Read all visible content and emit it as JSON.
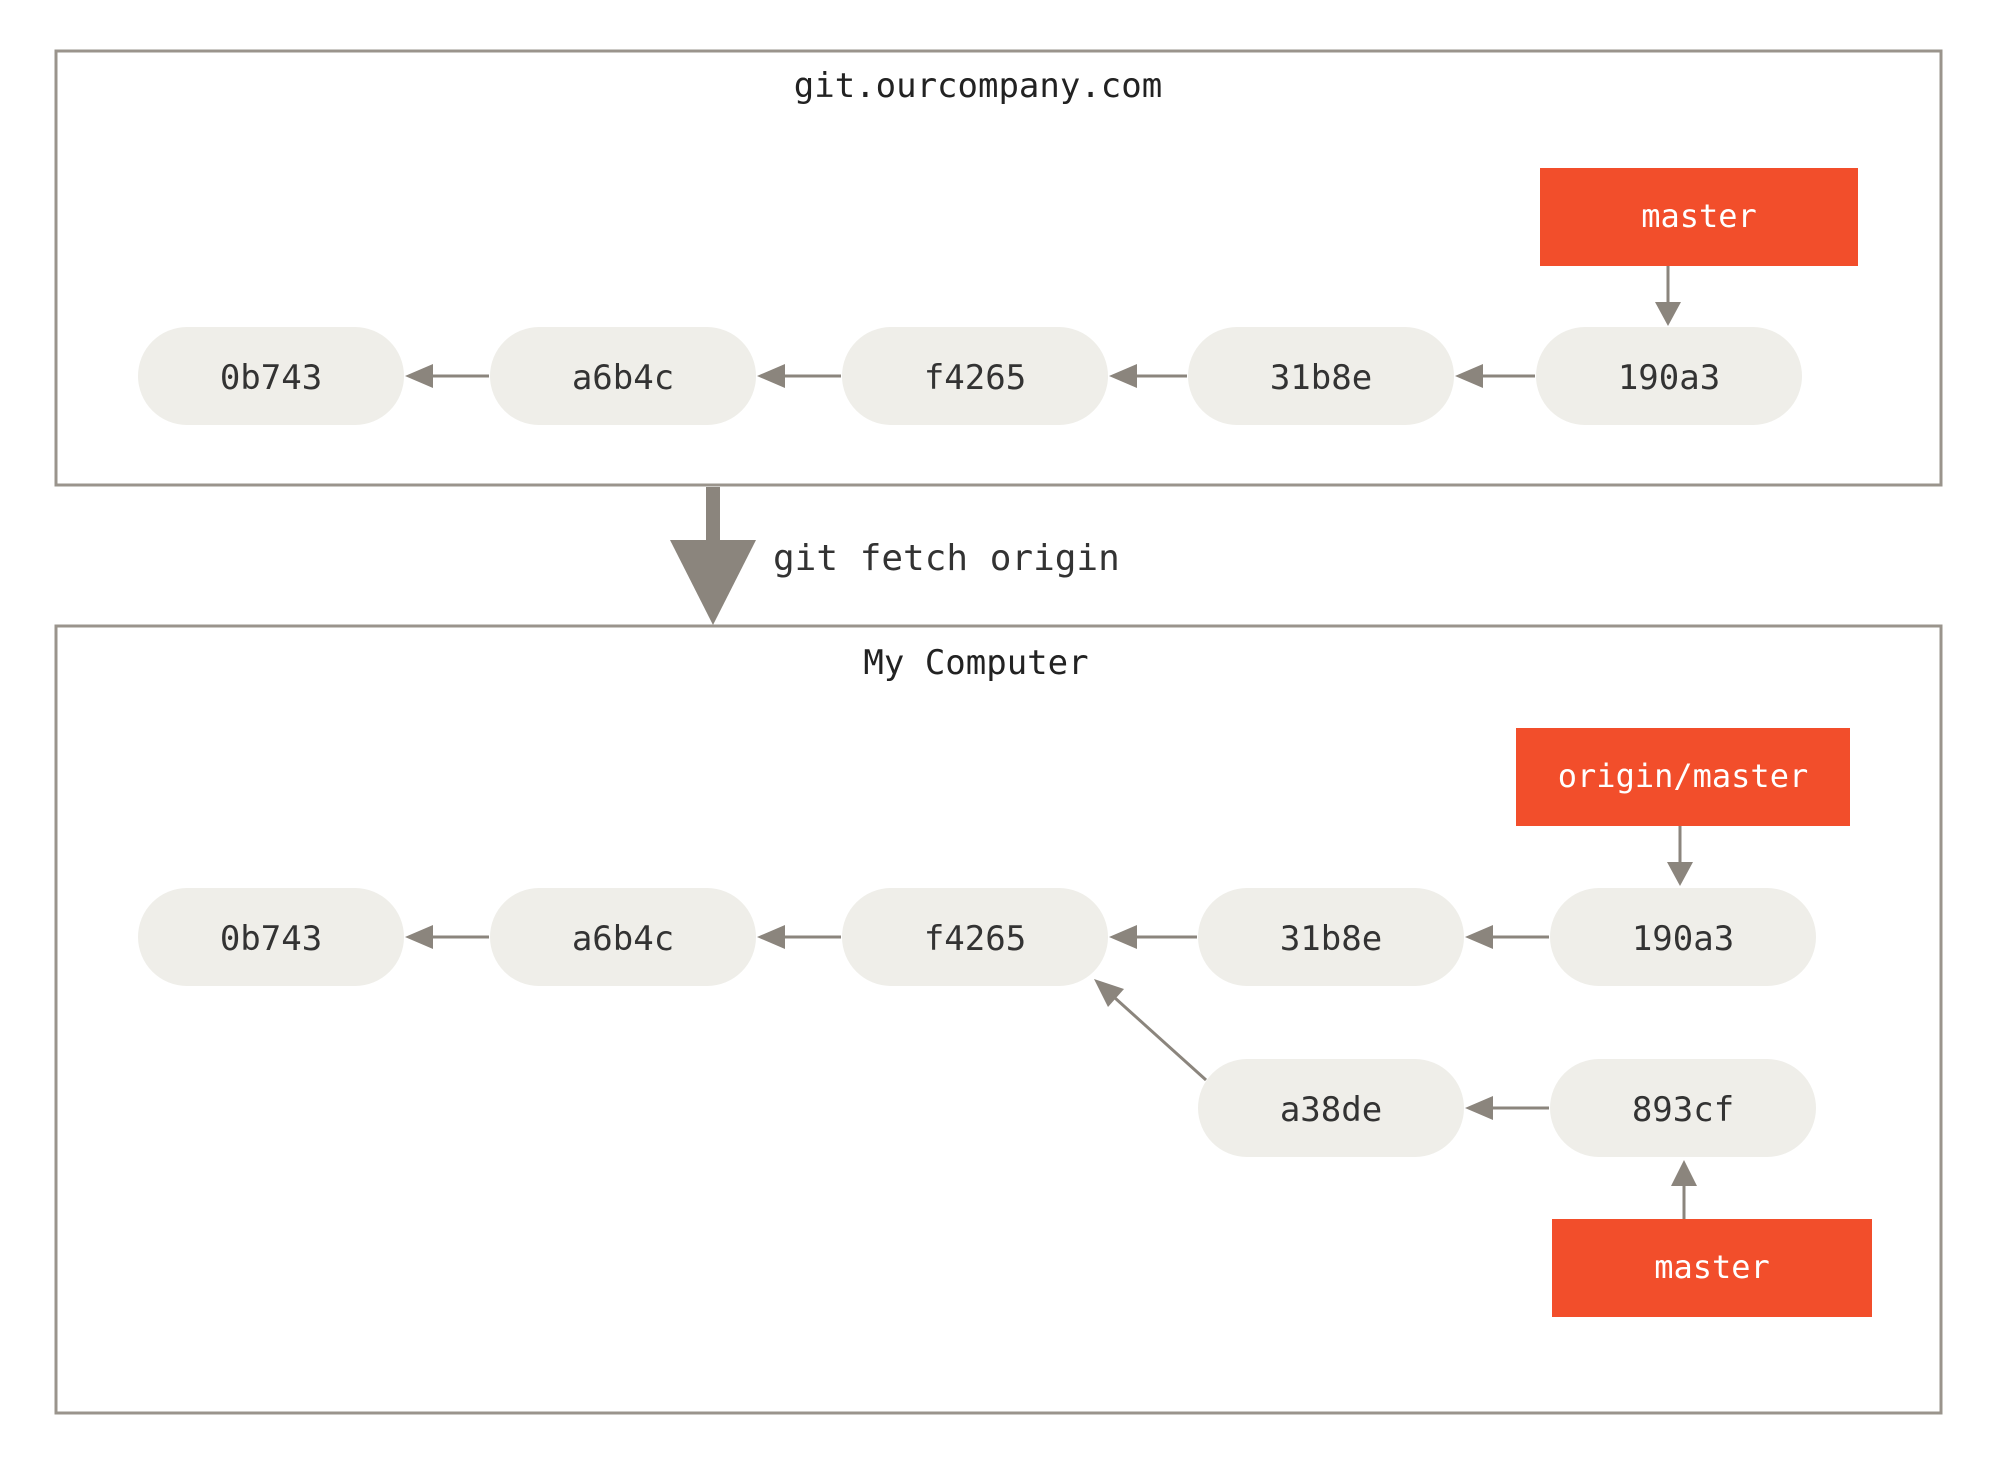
{
  "colors": {
    "frame": "#9a948c",
    "commit_fill": "#efeee9",
    "commit_text": "#333333",
    "branch_fill": "#f24e2b",
    "branch_text": "#ffffff",
    "arrow": "#8b857d",
    "label_text": "#222222"
  },
  "remote": {
    "title": "git.ourcompany.com",
    "commits": [
      "0b743",
      "a6b4c",
      "f4265",
      "31b8e",
      "190a3"
    ],
    "branch": "master"
  },
  "command": "git fetch origin",
  "local": {
    "title": "My Computer",
    "commits_main": [
      "0b743",
      "a6b4c",
      "f4265",
      "31b8e",
      "190a3"
    ],
    "commits_diverged": [
      "a38de",
      "893cf"
    ],
    "remote_branch": "origin/master",
    "branch": "master"
  }
}
